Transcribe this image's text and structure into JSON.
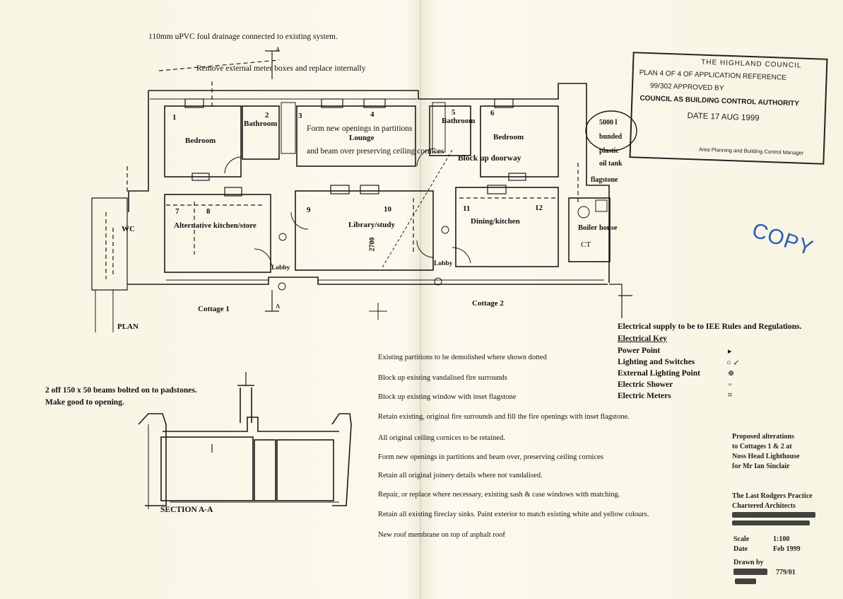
{
  "notes_top": {
    "drainage": "110mm uPVC foul drainage  connected to existing system.",
    "meter_boxes": "Remove external meter boxes and replace internally",
    "openings_1": "Form new openings in partitions",
    "openings_2": "and beam over preserving ceiling cornices",
    "block_doorway": "Block up doorway",
    "section_marker": "A"
  },
  "rooms": [
    {
      "num": "1",
      "name": "Bedroom"
    },
    {
      "num": "2",
      "name": "Bathroom"
    },
    {
      "num": "3",
      "name": ""
    },
    {
      "num": "4",
      "name": "Lounge"
    },
    {
      "num": "5",
      "name": "Bathroom"
    },
    {
      "num": "6",
      "name": "Bedroom"
    },
    {
      "num": "7",
      "name": ""
    },
    {
      "num": "8",
      "name": "Alternative kitchen/store"
    },
    {
      "num": "9",
      "name": ""
    },
    {
      "num": "10",
      "name": "Library/study"
    },
    {
      "num": "11",
      "name": ""
    },
    {
      "num": "12",
      "name": "Dining/kitchen"
    }
  ],
  "labels": {
    "wc": "WC",
    "lobby1": "Lobby",
    "lobby2": "Lobby",
    "dim": "2700",
    "cottage1": "Cottage 1",
    "cottage2": "Cottage 2",
    "plan": "PLAN",
    "boiler": "Boiler house",
    "ct": "CT",
    "oil_tank": [
      "5000 l",
      "bunded",
      "plastic",
      "oil tank"
    ],
    "flagstone": "flagstone",
    "copy": "COPY"
  },
  "stamp": {
    "line1": "THE HIGHLAND COUNCIL",
    "plan_of": "PLAN  4  OF  4  OF APPLICATION REFERENCE",
    "ref": "99/302  APPROVED BY",
    "council": "COUNCIL AS BUILDING CONTROL AUTHORITY",
    "date": "DATE   17 AUG 1999",
    "manager": "Area Planning and Building Control Manager"
  },
  "section": {
    "note_1": "2 off 150 x 50 beams bolted on to padstones.",
    "note_2": "Make good to opening.",
    "title": "SECTION  A-A"
  },
  "general_notes": [
    "Existing partitions to be demolished where shown dotted",
    "Block up existing vandalised fire surrounds",
    "Block up existing window with inset flagstone",
    "Retain existing, original fire surrounds and fill the fire openings with inset flagstone.",
    "All original ceiling cornices to be retained.",
    "Form new openings in partitions and beam over, preserving ceiling cornices",
    "Retain all original joinery details where not vandalised.",
    "Repair, or replace where necessary, existing sash & case windows with matching.",
    "Retain all existing fireclay sinks.  Paint exterior to match existing white and yellow colours.",
    "New roof membrane on top of asphalt roof"
  ],
  "electrical": {
    "supply": "Electrical supply to be to IEE Rules and Regulations.",
    "key_title": "Electrical Key",
    "items": [
      {
        "label": "Power Point",
        "symbol": "▸"
      },
      {
        "label": "Lighting  and  Switches",
        "symbol": "○ ↙"
      },
      {
        "label": "External Lighting Point",
        "symbol": "⊕"
      },
      {
        "label": "Electric  Shower",
        "symbol": "▫"
      },
      {
        "label": "Electric Meters",
        "symbol": "⌗"
      }
    ]
  },
  "title_block": {
    "line1": "Proposed  alterations",
    "line2": "to Cottages 1 & 2  at",
    "line3": "Noss Head Lighthouse",
    "line4": "for Mr Ian Sinclair",
    "firm": "The Last Rodgers Practice",
    "firm2": "Chartered Architects",
    "scale_label": "Scale",
    "scale": "1:100",
    "date_label": "Date",
    "date": "Feb 1999",
    "drawn_label": "Drawn by",
    "drawing_no": "779/01"
  }
}
